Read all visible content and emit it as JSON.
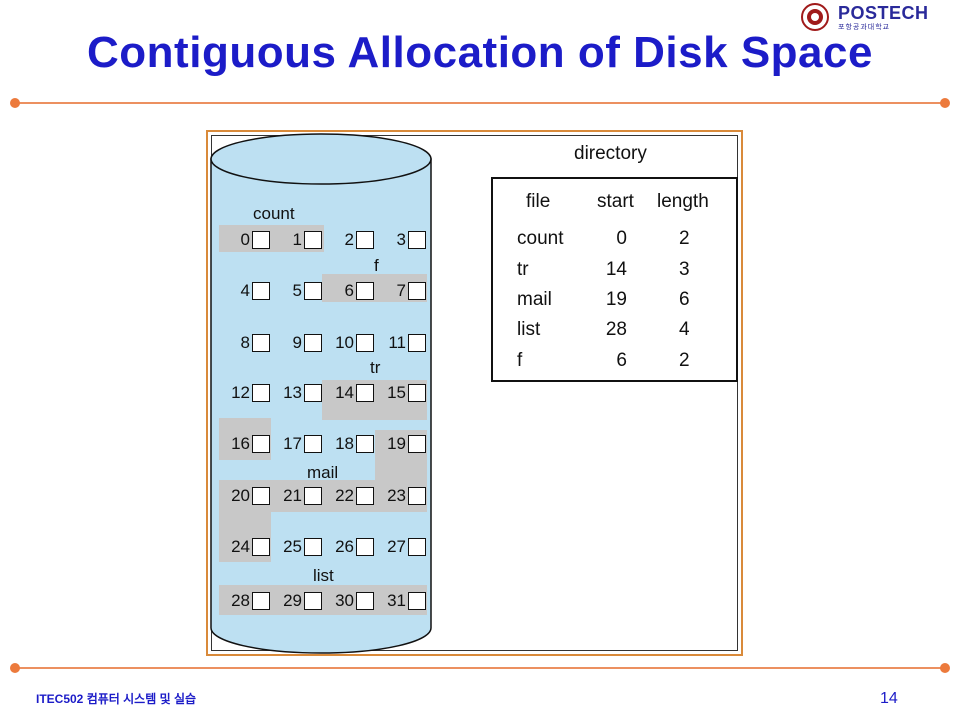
{
  "slide": {
    "title": "Contiguous Allocation of Disk Space",
    "logo_text": "POSTECH",
    "logo_sub": "포항공과대학교",
    "footer": "ITEC502 컴퓨터 시스템 및 실습",
    "page_number": "14"
  },
  "colors": {
    "title": "#1c1cc8",
    "rule": "#ec9060",
    "disk": "#bde0f2",
    "highlight": "#c8c8c8",
    "frame": "#d98a3a"
  },
  "disk": {
    "blocks": [
      "0",
      "1",
      "2",
      "3",
      "4",
      "5",
      "6",
      "7",
      "8",
      "9",
      "10",
      "11",
      "12",
      "13",
      "14",
      "15",
      "16",
      "17",
      "18",
      "19",
      "20",
      "21",
      "22",
      "23",
      "24",
      "25",
      "26",
      "27",
      "28",
      "29",
      "30",
      "31"
    ],
    "file_labels": [
      "count",
      "f",
      "tr",
      "mail",
      "list"
    ]
  },
  "directory": {
    "title": "directory",
    "headers": [
      "file",
      "start",
      "length"
    ],
    "rows": [
      [
        "count",
        "0",
        "2"
      ],
      [
        "tr",
        "14",
        "3"
      ],
      [
        "mail",
        "19",
        "6"
      ],
      [
        "list",
        "28",
        "4"
      ],
      [
        "f",
        "6",
        "2"
      ]
    ]
  }
}
